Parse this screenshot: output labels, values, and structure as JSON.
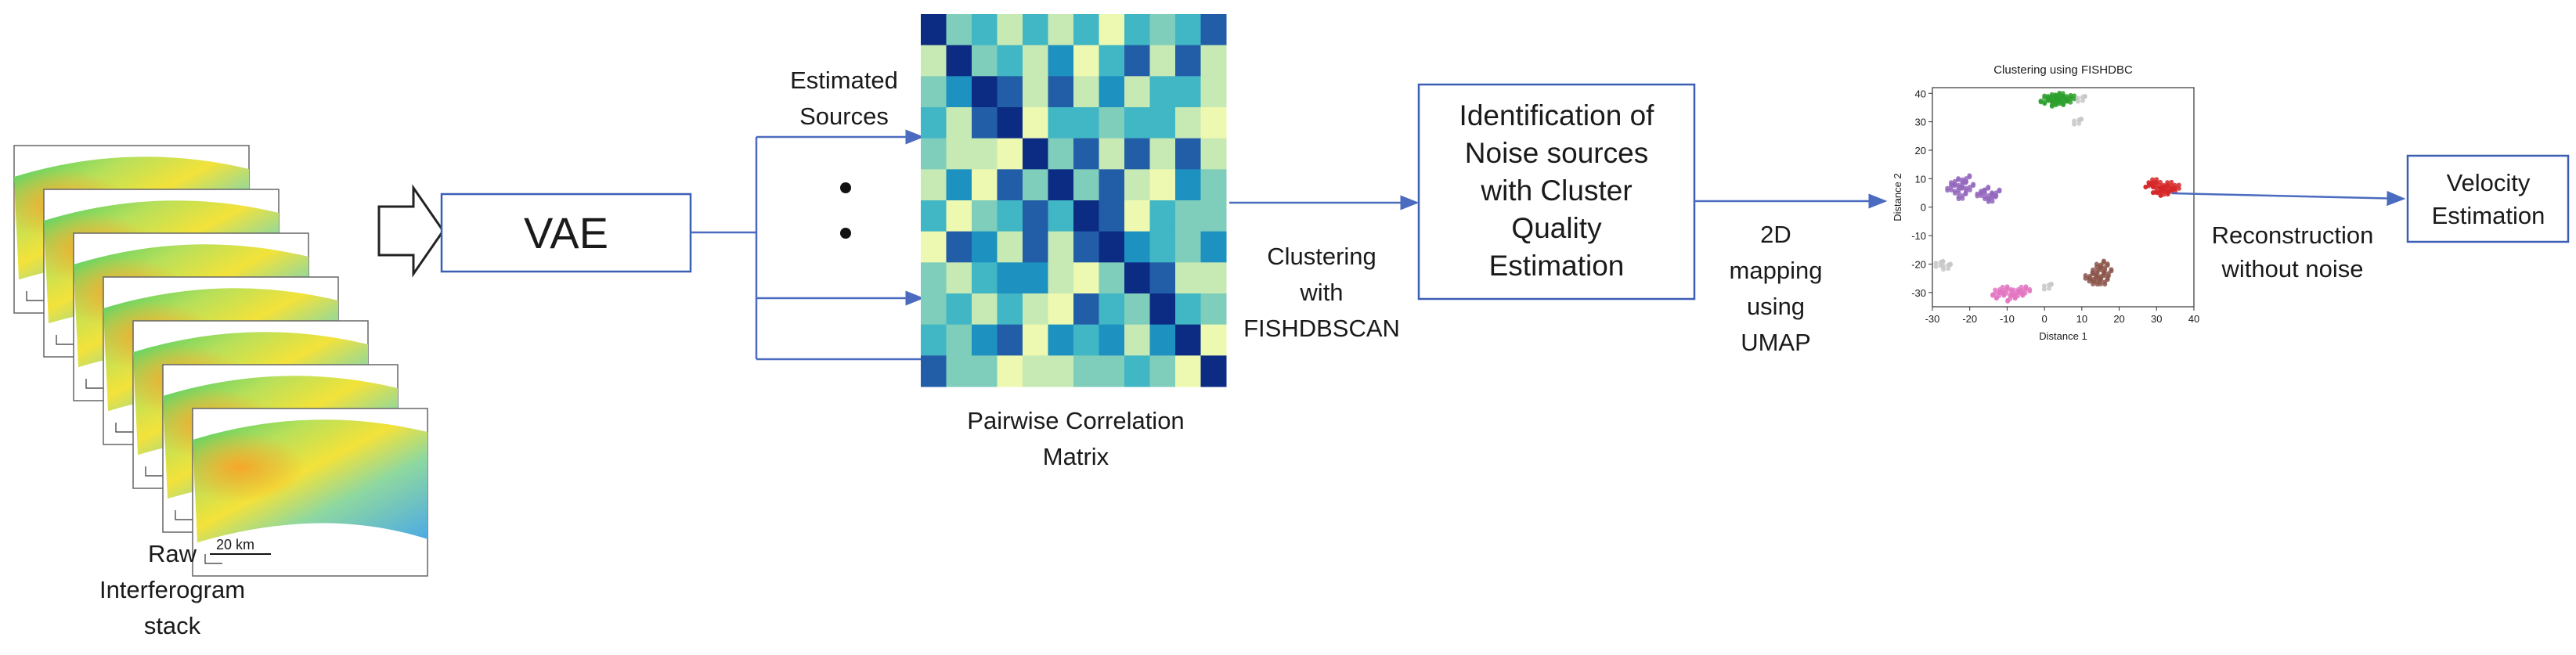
{
  "diagram": {
    "stack": {
      "label_lines": [
        "Raw",
        "Interferogram",
        "stack"
      ],
      "scalebar": "20 km"
    },
    "vae": {
      "label": "VAE"
    },
    "estimated_sources": {
      "label_lines": [
        "Estimated",
        "Sources"
      ]
    },
    "matrix": {
      "caption_lines": [
        "Pairwise Correlation",
        "Matrix"
      ],
      "size": 12,
      "colormap": [
        "#ffffd9",
        "#edf8b1",
        "#c7e9b4",
        "#7fcdbb",
        "#41b6c4",
        "#1d91c0",
        "#225ea8",
        "#0c2c84"
      ]
    },
    "clustering": {
      "label_lines": [
        "Clustering",
        "with",
        "FISHDBSCAN"
      ]
    },
    "identification": {
      "label_lines": [
        "Identification of",
        "Noise sources",
        "with Cluster",
        "Quality",
        "Estimation"
      ]
    },
    "mapping": {
      "label_lines": [
        "2D",
        "mapping",
        "using",
        "UMAP"
      ]
    },
    "scatter": {
      "title": "Clustering using FISHDBC",
      "xlabel": "Distance 1",
      "ylabel": "Distance 2",
      "xticks": [
        "-30",
        "-20",
        "-10",
        "0",
        "10",
        "20",
        "30",
        "40"
      ],
      "yticks": [
        "40",
        "30",
        "20",
        "10",
        "0",
        "-10",
        "-20",
        "-30"
      ]
    },
    "reconstruction": {
      "label_lines": [
        "Reconstruction",
        "without noise"
      ]
    },
    "velocity": {
      "label_lines": [
        "Velocity",
        "Estimation"
      ]
    },
    "colors": {
      "arrow": "#4a6bbf",
      "box_border": "#3b5eb5",
      "text": "#1a1a1a"
    }
  },
  "chart_data": {
    "type": "scatter",
    "title": "Clustering using FISHDBC",
    "xlabel": "Distance 1",
    "ylabel": "Distance 2",
    "xlim": [
      -30,
      40
    ],
    "ylim": [
      -35,
      42
    ],
    "grid": false,
    "series": [
      {
        "color": "#2ca02c",
        "points": [
          [
            3,
            38
          ],
          [
            4,
            37
          ],
          [
            2,
            38.5
          ],
          [
            5,
            38
          ],
          [
            1,
            37.5
          ],
          [
            6,
            37
          ],
          [
            3,
            36.5
          ],
          [
            4,
            39
          ],
          [
            7,
            38.2
          ],
          [
            0,
            38
          ]
        ]
      },
      {
        "color": "#9467bd",
        "points": [
          [
            -22,
            8
          ],
          [
            -23,
            6
          ],
          [
            -21,
            10
          ],
          [
            -24,
            9
          ],
          [
            -20,
            7
          ],
          [
            -17,
            5
          ],
          [
            -15,
            4
          ],
          [
            -13,
            5
          ],
          [
            -14,
            3
          ],
          [
            -16,
            6
          ],
          [
            -22,
            4
          ],
          [
            -25,
            7
          ]
        ]
      },
      {
        "color": "#d62728",
        "points": [
          [
            30,
            8
          ],
          [
            32,
            7
          ],
          [
            31,
            6
          ],
          [
            33,
            8
          ],
          [
            29,
            9
          ],
          [
            34,
            6
          ],
          [
            35,
            7
          ],
          [
            32,
            5
          ],
          [
            30,
            6
          ],
          [
            28,
            8
          ]
        ]
      },
      {
        "color": "#8c564b",
        "points": [
          [
            14,
            -22
          ],
          [
            15,
            -24
          ],
          [
            16,
            -21
          ],
          [
            13,
            -25
          ],
          [
            17,
            -23
          ],
          [
            12,
            -24
          ],
          [
            15,
            -20
          ],
          [
            16,
            -26
          ],
          [
            14,
            -26
          ]
        ]
      },
      {
        "color": "#e377c2",
        "points": [
          [
            -10,
            -30
          ],
          [
            -12,
            -31
          ],
          [
            -8,
            -30
          ],
          [
            -6,
            -29
          ],
          [
            -11,
            -29
          ],
          [
            -9,
            -32
          ],
          [
            -5,
            -30
          ],
          [
            -13,
            -30
          ],
          [
            -7,
            -31
          ]
        ]
      },
      {
        "color": "#c7c7c7",
        "points": [
          [
            9,
            30
          ],
          [
            -28,
            -20
          ],
          [
            -26,
            -21
          ],
          [
            10,
            38
          ],
          [
            1,
            -28
          ]
        ]
      }
    ]
  }
}
